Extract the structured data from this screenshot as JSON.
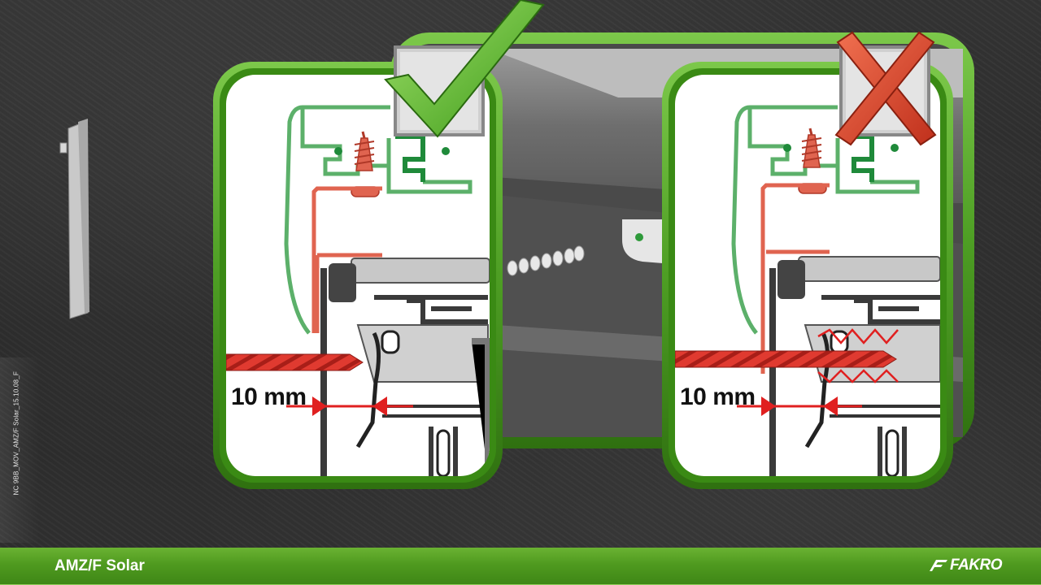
{
  "document_code": "NC 9BB_MOV_AMZ/F Solar_15.10.08_F",
  "footer": {
    "title": "AMZ/F Solar",
    "brand": "FAKRO"
  },
  "panels": {
    "correct": {
      "measurement": "10 mm",
      "status_icon": "check-icon"
    },
    "incorrect": {
      "measurement": "10 mm",
      "status_icon": "cross-icon"
    }
  },
  "colors": {
    "frame_green": "#4e9e24",
    "profile_green": "#5cb06a",
    "drill_red": "#d9332b",
    "screw_salmon": "#e06450",
    "footer_green": "#4f9a1f"
  }
}
